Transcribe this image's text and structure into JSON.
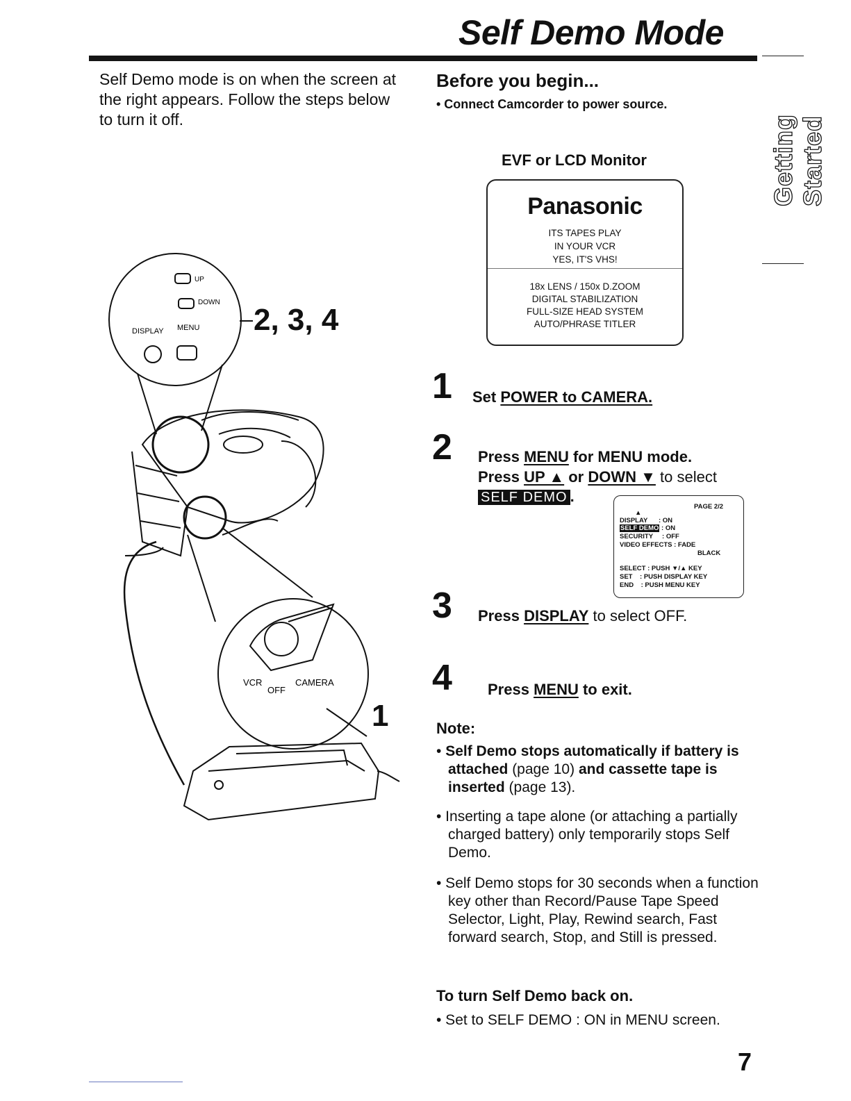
{
  "header": {
    "title": "Self Demo Mode",
    "side_tab": "Getting Started"
  },
  "intro": "Self Demo mode is on when the screen at the right appears. Follow the steps below to turn it off.",
  "before": {
    "heading": "Before you begin...",
    "bullet": "• Connect Camcorder to power source."
  },
  "monitor": {
    "caption": "EVF or LCD Monitor",
    "brand": "Panasonic",
    "slogan": [
      "ITS TAPES PLAY",
      "IN YOUR VCR",
      "YES, IT'S VHS!"
    ],
    "features": [
      "18x LENS / 150x D.ZOOM",
      "DIGITAL  STABILIZATION",
      "FULL-SIZE HEAD SYSTEM",
      "AUTO/PHRASE  TITLER"
    ]
  },
  "illustration": {
    "callout_234": "2, 3, 4",
    "callout_1": "1",
    "up_label": "UP",
    "down_label": "DOWN",
    "display_label": "DISPLAY",
    "menu_label": "MENU",
    "vcr_label": "VCR",
    "off_label": "OFF",
    "camera_label": "CAMERA"
  },
  "steps": {
    "s1": {
      "num": "1",
      "pre": "Set ",
      "link": "POWER to CAMERA."
    },
    "s2": {
      "num": "2",
      "l1_pre": "Press ",
      "l1_link": "MENU",
      "l1_post": " for MENU mode.",
      "l2_pre": "Press ",
      "l2_link1": "UP ▲",
      "l2_mid": " or ",
      "l2_link2": "DOWN ▼",
      "l2_post": " to select",
      "badge": "SELF DEMO",
      "badge_post": "."
    },
    "s3": {
      "num": "3",
      "pre": "Press ",
      "link": "DISPLAY",
      "post": "  to select OFF."
    },
    "s4": {
      "num": "4",
      "pre": "Press ",
      "link": "MENU",
      "post": " to exit."
    }
  },
  "menu_screen": {
    "page": "PAGE 2/2",
    "arrow": "▲",
    "r1": "DISPLAY      : ON",
    "r2_badge": "SELF DEMO",
    "r2_val": " : ON",
    "r3": "SECURITY     : OFF",
    "r4": "VIDEO EFFECTS : FADE",
    "r5": "BLACK",
    "r6": "SELECT : PUSH ▼/▲ KEY",
    "r7": "SET    : PUSH DISPLAY KEY",
    "r8": "END    : PUSH MENU KEY"
  },
  "notes": {
    "heading": "Note:",
    "n1_b1": "Self Demo stops automatically if battery is attached",
    "n1_t1": " (page 10) ",
    "n1_b2": "and cassette tape is inserted",
    "n1_t2": " (page 13).",
    "n2": "• Inserting a tape alone (or attaching a partially charged battery) only temporarily stops Self Demo.",
    "n3": "• Self Demo stops for 30 seconds when a function key other than Record/Pause Tape Speed Selector, Light, Play, Rewind search, Fast forward search, Stop, and Still is pressed."
  },
  "turn_on": {
    "heading": "To turn Self Demo back on.",
    "bullet": "• Set to SELF DEMO : ON in MENU screen."
  },
  "page_number": "7"
}
